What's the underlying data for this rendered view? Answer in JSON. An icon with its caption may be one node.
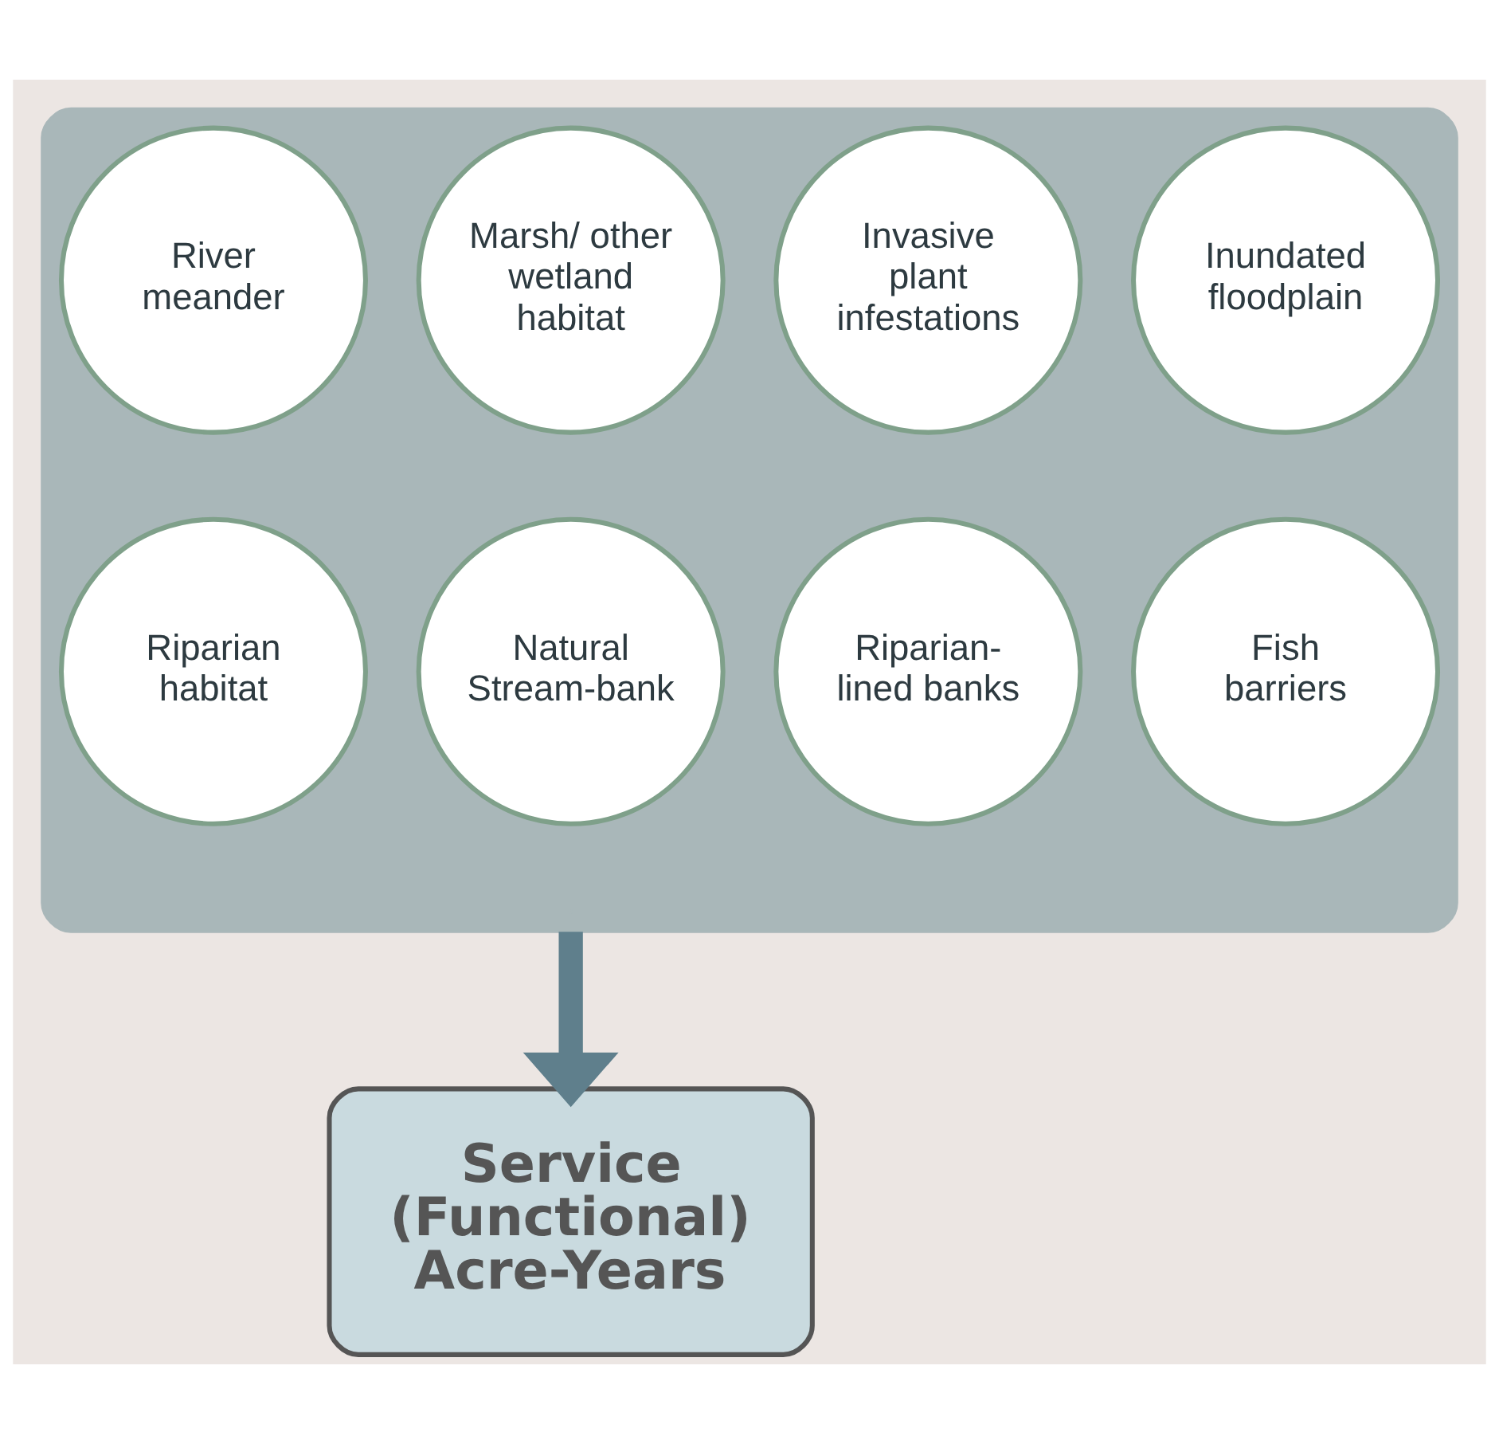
{
  "diagram": {
    "nodes": [
      {
        "text": [],
        "shape": "band"
      },
      {
        "text": [
          "River meander"
        ],
        "in": 0
      },
      {
        "text": [
          "Marsh/ other wetland habitat"
        ],
        "in": 0
      },
      {
        "text": [
          "Invasive plant infestations"
        ],
        "in": 0
      },
      {
        "text": [
          "Inundated floodplain"
        ],
        "in": 0
      },
      {
        "text": [
          "Riparian habitat"
        ],
        "in": 0
      },
      {
        "text": [
          "Natural Stream-bank"
        ],
        "in": 0
      },
      {
        "text": [
          "Riparian-lined banks"
        ],
        "in": 0
      },
      {
        "text": [
          "Fish barriers"
        ],
        "in": 0
      },
      {
        "text": [
          "Service (Functional) Acre-Years"
        ]
      }
    ],
    "edges": [
      {
        "from": 0,
        "to": 9,
        "arrow": "to"
      }
    ]
  }
}
